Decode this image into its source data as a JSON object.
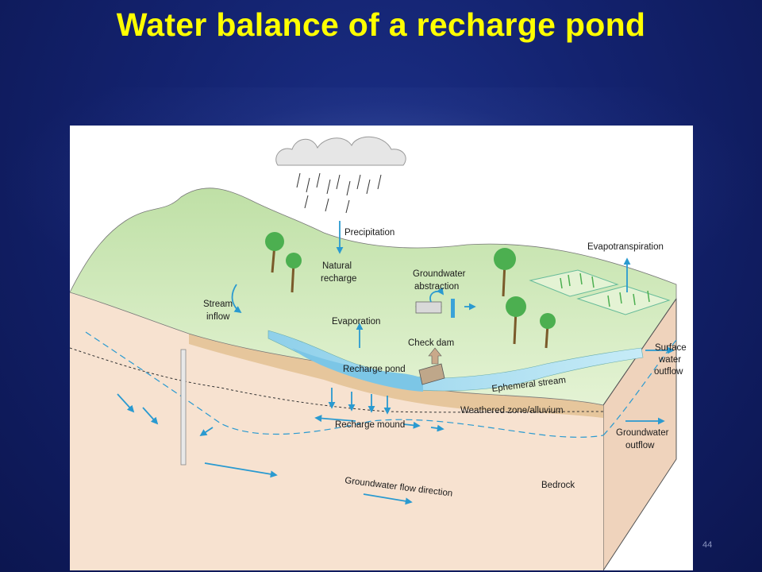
{
  "slide": {
    "title": "Water balance of a recharge pond",
    "page_number": "44"
  },
  "diagram": {
    "labels": {
      "precipitation": "Precipitation",
      "natural_recharge_1": "Natural",
      "natural_recharge_2": "recharge",
      "groundwater_abstraction_1": "Groundwater",
      "groundwater_abstraction_2": "abstraction",
      "evapotranspiration": "Evapotranspiration",
      "stream_inflow_1": "Stream",
      "stream_inflow_2": "inflow",
      "evaporation": "Evaporation",
      "check_dam": "Check dam",
      "surface_water_outflow_1": "Surface",
      "surface_water_outflow_2": "water",
      "surface_water_outflow_3": "outflow",
      "recharge_pond": "Recharge pond",
      "ephemeral_stream": "Ephemeral stream",
      "weathered_zone": "Weathered zone/alluvium",
      "recharge_mound": "Recharge mound",
      "groundwater_outflow_1": "Groundwater",
      "groundwater_outflow_2": "outflow",
      "bedrock": "Bedrock",
      "groundwater_flow_direction": "Groundwater flow direction"
    },
    "colors": {
      "arrow_blue": "#2a9ad0",
      "hill_green": "#cfe8b8",
      "earth": "#f5dcc6",
      "alluvium": "#e8c9a0",
      "water": "#a9dcef"
    }
  }
}
